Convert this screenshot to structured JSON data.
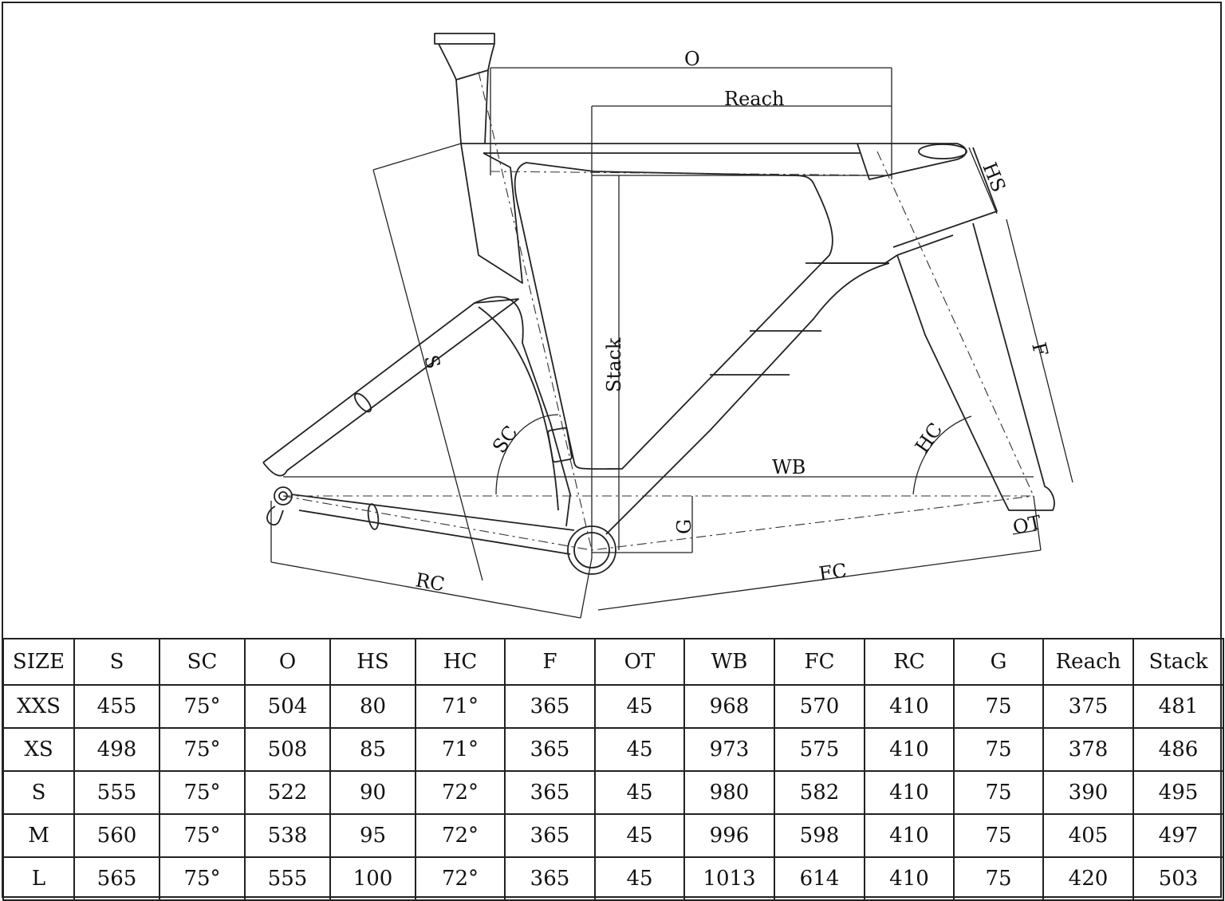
{
  "diagram": {
    "labels": {
      "o": "O",
      "reach": "Reach",
      "stack": "Stack",
      "hs": "HS",
      "f": "F",
      "s": "S",
      "sc": "SC",
      "hc": "HC",
      "wb": "WB",
      "g": "G",
      "ot": "OT",
      "rc": "RC",
      "fc": "FC"
    }
  },
  "table": {
    "headers": [
      "SIZE",
      "S",
      "SC",
      "O",
      "HS",
      "HC",
      "F",
      "OT",
      "WB",
      "FC",
      "RC",
      "G",
      "Reach",
      "Stack"
    ],
    "rows": [
      [
        "XXS",
        "455",
        "75°",
        "504",
        "80",
        "71°",
        "365",
        "45",
        "968",
        "570",
        "410",
        "75",
        "375",
        "481"
      ],
      [
        "XS",
        "498",
        "75°",
        "508",
        "85",
        "71°",
        "365",
        "45",
        "973",
        "575",
        "410",
        "75",
        "378",
        "486"
      ],
      [
        "S",
        "555",
        "75°",
        "522",
        "90",
        "72°",
        "365",
        "45",
        "980",
        "582",
        "410",
        "75",
        "390",
        "495"
      ],
      [
        "M",
        "560",
        "75°",
        "538",
        "95",
        "72°",
        "365",
        "45",
        "996",
        "598",
        "410",
        "75",
        "405",
        "497"
      ],
      [
        "L",
        "565",
        "75°",
        "555",
        "100",
        "72°",
        "365",
        "45",
        "1013",
        "614",
        "410",
        "75",
        "420",
        "503"
      ]
    ]
  }
}
